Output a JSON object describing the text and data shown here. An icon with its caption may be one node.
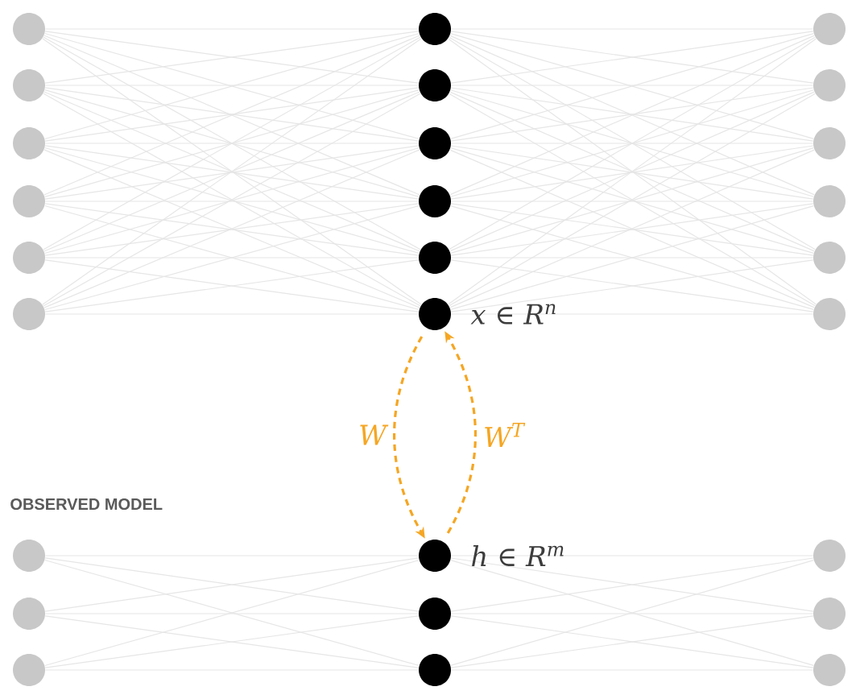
{
  "diagram": {
    "nodes": [
      {
        "text": [],
        "shape": "circle"
      },
      {
        "text": [],
        "shape": "circle"
      },
      {
        "text": [],
        "shape": "circle"
      },
      {
        "text": [],
        "shape": "circle"
      },
      {
        "text": [],
        "shape": "circle"
      },
      {
        "text": [],
        "shape": "circle"
      },
      {
        "text": [],
        "shape": "circle"
      },
      {
        "text": [],
        "shape": "circle"
      },
      {
        "text": [],
        "shape": "circle"
      },
      {
        "text": [],
        "shape": "circle"
      },
      {
        "text": [],
        "shape": "circle"
      },
      {
        "text": [],
        "shape": "circle",
        "beside": [
          "x ∈ R$^{n}$"
        ]
      },
      {
        "text": [],
        "shape": "circle"
      },
      {
        "text": [],
        "shape": "circle"
      },
      {
        "text": [],
        "shape": "circle"
      },
      {
        "text": [],
        "shape": "circle"
      },
      {
        "text": [],
        "shape": "circle"
      },
      {
        "text": [],
        "shape": "circle"
      },
      {
        "text": [],
        "shape": "circle"
      },
      {
        "text": [],
        "shape": "circle"
      },
      {
        "text": [],
        "shape": "circle"
      },
      {
        "text": [],
        "shape": "circle",
        "beside": [
          "h ∈ R$^{m}$"
        ]
      },
      {
        "text": [],
        "shape": "circle"
      },
      {
        "text": [],
        "shape": "circle"
      },
      {
        "text": [],
        "shape": "circle"
      },
      {
        "text": [],
        "shape": "circle"
      },
      {
        "text": [],
        "shape": "circle"
      }
    ],
    "edges": [
      {
        "from": 0,
        "to": 6,
        "arrow": "none"
      },
      {
        "from": 0,
        "to": 7,
        "arrow": "none"
      },
      {
        "from": 0,
        "to": 8,
        "arrow": "none"
      },
      {
        "from": 0,
        "to": 9,
        "arrow": "none"
      },
      {
        "from": 0,
        "to": 10,
        "arrow": "none"
      },
      {
        "from": 0,
        "to": 11,
        "arrow": "none"
      },
      {
        "from": 1,
        "to": 6,
        "arrow": "none"
      },
      {
        "from": 1,
        "to": 7,
        "arrow": "none"
      },
      {
        "from": 1,
        "to": 8,
        "arrow": "none"
      },
      {
        "from": 1,
        "to": 9,
        "arrow": "none"
      },
      {
        "from": 1,
        "to": 10,
        "arrow": "none"
      },
      {
        "from": 1,
        "to": 11,
        "arrow": "none"
      },
      {
        "from": 2,
        "to": 6,
        "arrow": "none"
      },
      {
        "from": 2,
        "to": 7,
        "arrow": "none"
      },
      {
        "from": 2,
        "to": 8,
        "arrow": "none"
      },
      {
        "from": 2,
        "to": 9,
        "arrow": "none"
      },
      {
        "from": 2,
        "to": 10,
        "arrow": "none"
      },
      {
        "from": 2,
        "to": 11,
        "arrow": "none"
      },
      {
        "from": 3,
        "to": 6,
        "arrow": "none"
      },
      {
        "from": 3,
        "to": 7,
        "arrow": "none"
      },
      {
        "from": 3,
        "to": 8,
        "arrow": "none"
      },
      {
        "from": 3,
        "to": 9,
        "arrow": "none"
      },
      {
        "from": 3,
        "to": 10,
        "arrow": "none"
      },
      {
        "from": 3,
        "to": 11,
        "arrow": "none"
      },
      {
        "from": 4,
        "to": 6,
        "arrow": "none"
      },
      {
        "from": 4,
        "to": 7,
        "arrow": "none"
      },
      {
        "from": 4,
        "to": 8,
        "arrow": "none"
      },
      {
        "from": 4,
        "to": 9,
        "arrow": "none"
      },
      {
        "from": 4,
        "to": 10,
        "arrow": "none"
      },
      {
        "from": 4,
        "to": 11,
        "arrow": "none"
      },
      {
        "from": 5,
        "to": 6,
        "arrow": "none"
      },
      {
        "from": 5,
        "to": 7,
        "arrow": "none"
      },
      {
        "from": 5,
        "to": 8,
        "arrow": "none"
      },
      {
        "from": 5,
        "to": 9,
        "arrow": "none"
      },
      {
        "from": 5,
        "to": 10,
        "arrow": "none"
      },
      {
        "from": 5,
        "to": 11,
        "arrow": "none"
      },
      {
        "from": 6,
        "to": 12,
        "arrow": "none"
      },
      {
        "from": 6,
        "to": 13,
        "arrow": "none"
      },
      {
        "from": 6,
        "to": 14,
        "arrow": "none"
      },
      {
        "from": 6,
        "to": 15,
        "arrow": "none"
      },
      {
        "from": 6,
        "to": 16,
        "arrow": "none"
      },
      {
        "from": 6,
        "to": 17,
        "arrow": "none"
      },
      {
        "from": 7,
        "to": 12,
        "arrow": "none"
      },
      {
        "from": 7,
        "to": 13,
        "arrow": "none"
      },
      {
        "from": 7,
        "to": 14,
        "arrow": "none"
      },
      {
        "from": 7,
        "to": 15,
        "arrow": "none"
      },
      {
        "from": 7,
        "to": 16,
        "arrow": "none"
      },
      {
        "from": 7,
        "to": 17,
        "arrow": "none"
      },
      {
        "from": 8,
        "to": 12,
        "arrow": "none"
      },
      {
        "from": 8,
        "to": 13,
        "arrow": "none"
      },
      {
        "from": 8,
        "to": 14,
        "arrow": "none"
      },
      {
        "from": 8,
        "to": 15,
        "arrow": "none"
      },
      {
        "from": 8,
        "to": 16,
        "arrow": "none"
      },
      {
        "from": 8,
        "to": 17,
        "arrow": "none"
      },
      {
        "from": 9,
        "to": 12,
        "arrow": "none"
      },
      {
        "from": 9,
        "to": 13,
        "arrow": "none"
      },
      {
        "from": 9,
        "to": 14,
        "arrow": "none"
      },
      {
        "from": 9,
        "to": 15,
        "arrow": "none"
      },
      {
        "from": 9,
        "to": 16,
        "arrow": "none"
      },
      {
        "from": 9,
        "to": 17,
        "arrow": "none"
      },
      {
        "from": 10,
        "to": 12,
        "arrow": "none"
      },
      {
        "from": 10,
        "to": 13,
        "arrow": "none"
      },
      {
        "from": 10,
        "to": 14,
        "arrow": "none"
      },
      {
        "from": 10,
        "to": 15,
        "arrow": "none"
      },
      {
        "from": 10,
        "to": 16,
        "arrow": "none"
      },
      {
        "from": 10,
        "to": 17,
        "arrow": "none"
      },
      {
        "from": 11,
        "to": 12,
        "arrow": "none"
      },
      {
        "from": 11,
        "to": 13,
        "arrow": "none"
      },
      {
        "from": 11,
        "to": 14,
        "arrow": "none"
      },
      {
        "from": 11,
        "to": 15,
        "arrow": "none"
      },
      {
        "from": 11,
        "to": 16,
        "arrow": "none"
      },
      {
        "from": 11,
        "to": 17,
        "arrow": "none"
      },
      {
        "from": 18,
        "to": 21,
        "arrow": "none"
      },
      {
        "from": 18,
        "to": 22,
        "arrow": "none"
      },
      {
        "from": 18,
        "to": 23,
        "arrow": "none"
      },
      {
        "from": 19,
        "to": 21,
        "arrow": "none"
      },
      {
        "from": 19,
        "to": 22,
        "arrow": "none"
      },
      {
        "from": 19,
        "to": 23,
        "arrow": "none"
      },
      {
        "from": 20,
        "to": 21,
        "arrow": "none"
      },
      {
        "from": 20,
        "to": 22,
        "arrow": "none"
      },
      {
        "from": 20,
        "to": 23,
        "arrow": "none"
      },
      {
        "from": 21,
        "to": 24,
        "arrow": "none"
      },
      {
        "from": 21,
        "to": 25,
        "arrow": "none"
      },
      {
        "from": 21,
        "to": 26,
        "arrow": "none"
      },
      {
        "from": 22,
        "to": 24,
        "arrow": "none"
      },
      {
        "from": 22,
        "to": 25,
        "arrow": "none"
      },
      {
        "from": 22,
        "to": 26,
        "arrow": "none"
      },
      {
        "from": 23,
        "to": 24,
        "arrow": "none"
      },
      {
        "from": 23,
        "to": 25,
        "arrow": "none"
      },
      {
        "from": 23,
        "to": 26,
        "arrow": "none"
      },
      {
        "from": 11,
        "to": 21,
        "arrow": "to",
        "label": "W",
        "style": "dashed",
        "color": "#f5a623"
      },
      {
        "from": 21,
        "to": 11,
        "arrow": "to",
        "label": "W$^{T}$",
        "style": "dashed",
        "color": "#f5a623"
      }
    ],
    "labels": [
      "OBSERVED MODEL"
    ]
  }
}
